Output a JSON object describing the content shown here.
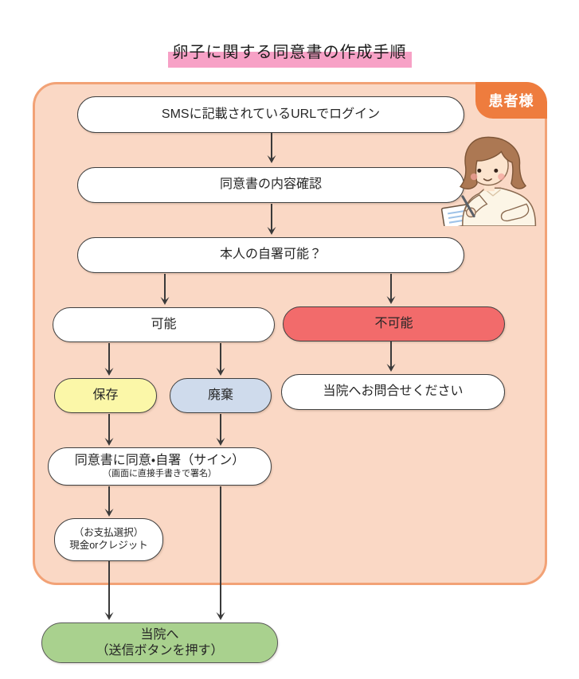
{
  "title": "卵子に関する同意書の作成手順",
  "corner_tab": {
    "label": "患者様"
  },
  "nodes": {
    "login": {
      "label": "SMSに記載されているURLでログイン"
    },
    "confirm": {
      "label": "同意書の内容確認"
    },
    "question": {
      "label": "本人の自署可能？"
    },
    "possible": {
      "label": "可能"
    },
    "impossible": {
      "label": "不可能"
    },
    "save": {
      "label": "保存"
    },
    "discard": {
      "label": "廃棄"
    },
    "contact": {
      "label": "当院へお問合せください"
    },
    "sign": {
      "label": "同意書に同意・自署（サイン）",
      "sublabel": "（画面に直接手書きで署名）"
    },
    "payment": {
      "line1": "（お支払選択）",
      "line2": "現金orクレジット"
    },
    "send": {
      "line1": "当院へ",
      "line2": "（送信ボタンを押す）"
    }
  },
  "edges": [
    {
      "from": "login",
      "to": "confirm"
    },
    {
      "from": "confirm",
      "to": "question"
    },
    {
      "from": "question",
      "to": "possible"
    },
    {
      "from": "question",
      "to": "impossible"
    },
    {
      "from": "possible",
      "to": "save"
    },
    {
      "from": "possible",
      "to": "discard"
    },
    {
      "from": "impossible",
      "to": "contact"
    },
    {
      "from": "save",
      "to": "sign"
    },
    {
      "from": "discard",
      "to": "sign"
    },
    {
      "from": "sign",
      "to": "payment"
    },
    {
      "from": "sign",
      "to": "send"
    },
    {
      "from": "payment",
      "to": "send"
    }
  ],
  "illustration": {
    "name": "woman-writing",
    "description": "書類にペンで署名する女性のイラスト"
  },
  "colors": {
    "title_highlight": "#F7A1C6",
    "container_fill": "#FAD8C5",
    "container_border": "#F2A276",
    "tab_orange": "#EE7C3E",
    "node_border": "#3F3F3F",
    "impossible_red": "#F26B6B",
    "save_yellow": "#FBF7A8",
    "discard_blue": "#CFDBEC",
    "send_green": "#A9D18E",
    "arrow": "#3A3A3A"
  }
}
